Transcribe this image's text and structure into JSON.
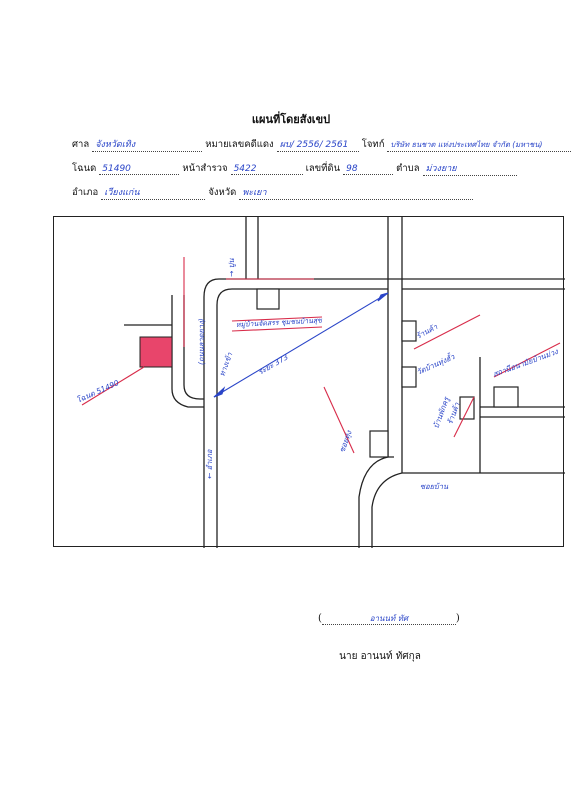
{
  "title": "แผนที่โดยสังเขป",
  "header": {
    "court_label": "ศาล",
    "court_value": "จังหวัดเทิง",
    "red_case_label": "หมายเลขคดีแดง",
    "red_case_value": "ผบ/ 2556/ 2561",
    "plaintiff_label": "โจทก์",
    "plaintiff_value": "บริษัท ธนชาต แห่งประเทศไทย จำกัด (มหาชน)",
    "title_deed_label": "โฉนด",
    "title_deed_value": "51490",
    "survey_page_label": "หน้าสำรวจ",
    "survey_page_value": "5422",
    "land_no_label": "เลขที่ดิน",
    "land_no_value": "98",
    "subdistrict_label": "ตำบล",
    "subdistrict_value": "ม่วงยาย",
    "district_label": "อำเภอ",
    "district_value": "เวียงแก่น",
    "province_label": "จังหวัด",
    "province_value": "พะเยา"
  },
  "map": {
    "labels": {
      "plot": "โฉนด 51490",
      "road_vertical": "(ถนนลาดยาง)",
      "to_north": "→ ปูน",
      "to_south": "← อำเภอ",
      "road_name": "ทางเข้า",
      "distance": "ระยะ 373",
      "school": "หมู่บ้านจัดสรร ชุมชนบ้านสุข",
      "village": "ร้านค้า",
      "temple": "วัดบ้านทุ่งฮั้ว",
      "house_a": "บ้านพักครู",
      "house_b": "ร้านค้า",
      "health_center": "สถานีอนามัยบ้านม่วง",
      "soi_name": "ซอยทุ่ง",
      "soi_bottom": "ซอยบ้าน"
    },
    "colors": {
      "plot_fill": "#e8456b",
      "ink_blue": "#2a45c8",
      "marker_red": "#d82c4a",
      "road_black": "#222222"
    }
  },
  "signature": {
    "open_paren": "(",
    "scribble": "อานนท์ ทัศ",
    "close_paren": ")",
    "signer_name": "นาย อานนท์  ทัศกุล"
  }
}
